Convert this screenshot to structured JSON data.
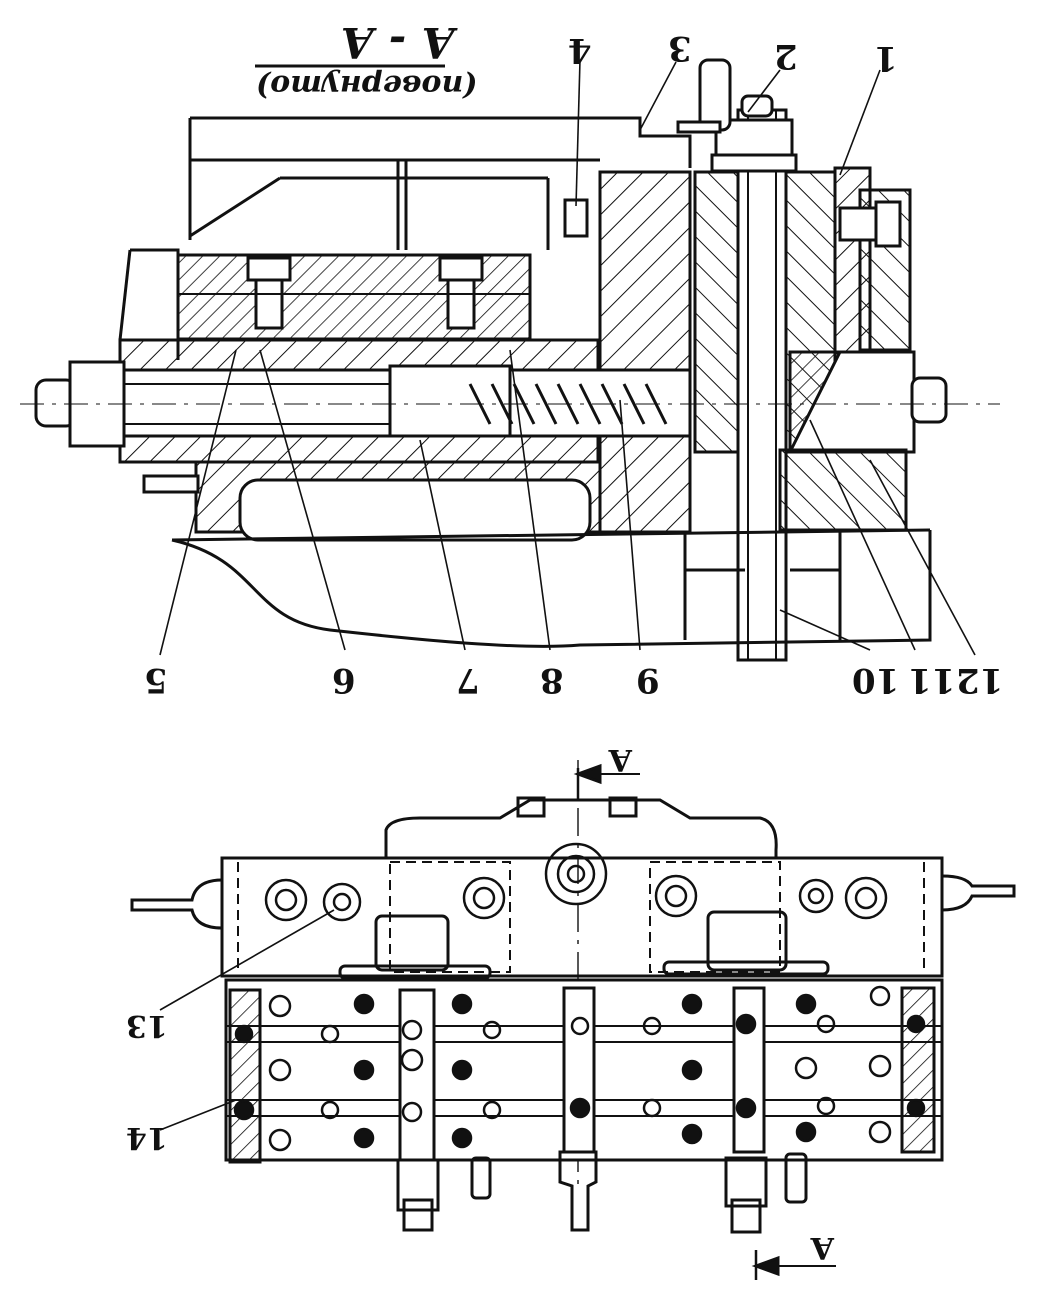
{
  "section_title": "А - А",
  "section_subtitle": "(повернуто)",
  "callouts": [
    "1",
    "2",
    "3",
    "4",
    "5",
    "6",
    "7",
    "8",
    "9",
    "10",
    "11",
    "12",
    "13",
    "14"
  ],
  "section_marker": "А",
  "colors": {
    "ink": "#111111",
    "paper": "#ffffff"
  }
}
